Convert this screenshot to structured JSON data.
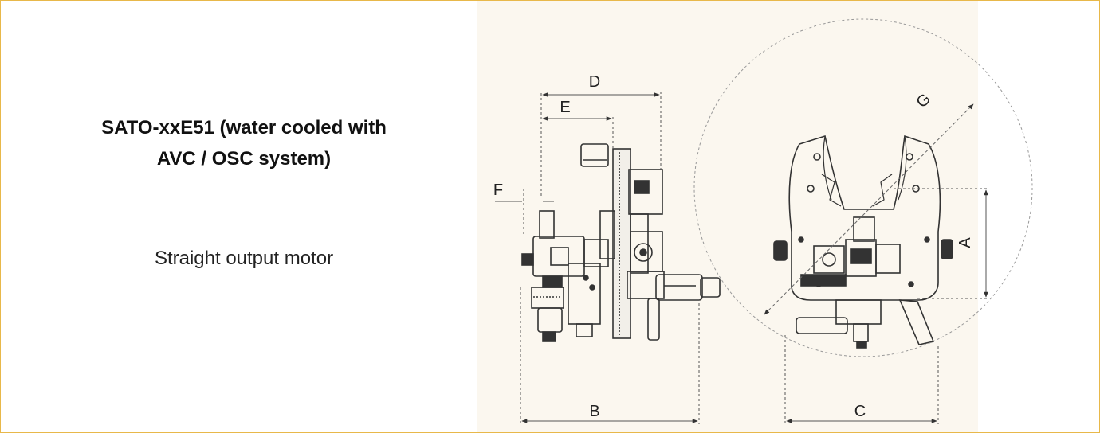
{
  "title_lines": [
    "SATO-xxE51 (water cooled with",
    "AVC / OSC system)"
  ],
  "subtitle": "Straight output motor",
  "dimensions": {
    "A": "A",
    "B": "B",
    "C": "C",
    "D": "D",
    "E": "E",
    "F": "F",
    "G": "G"
  },
  "colors": {
    "frame_border": "#e8b84a",
    "drawing_background": "#fbf7ef",
    "line": "#333333"
  }
}
